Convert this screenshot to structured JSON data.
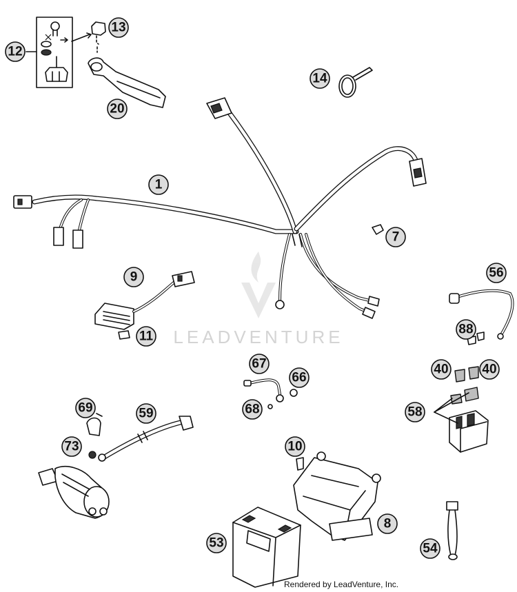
{
  "watermark": {
    "brand": "LEADVENTURE"
  },
  "footer": {
    "credit": "Rendered by LeadVenture, Inc."
  },
  "callouts": {
    "c1": "1",
    "c7": "7",
    "c8": "8",
    "c9": "9",
    "c10": "10",
    "c11": "11",
    "c12": "12",
    "c13": "13",
    "c14": "14",
    "c20": "20",
    "c40a": "40",
    "c40b": "40",
    "c53": "53",
    "c54": "54",
    "c56": "56",
    "c58": "58",
    "c59": "59",
    "c66": "66",
    "c67": "67",
    "c68": "68",
    "c69": "69",
    "c73": "73",
    "c88": "88"
  }
}
